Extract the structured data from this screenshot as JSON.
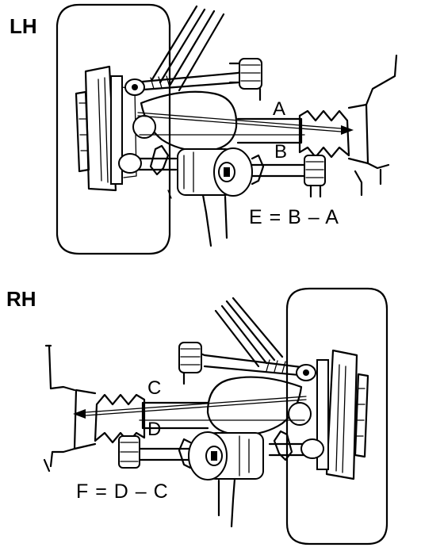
{
  "lh": {
    "side_label": "LH",
    "measure_a": "A",
    "measure_b": "B",
    "formula": "E = B – A"
  },
  "rh": {
    "side_label": "RH",
    "measure_c": "C",
    "measure_d": "D",
    "formula": "F = D – C"
  }
}
